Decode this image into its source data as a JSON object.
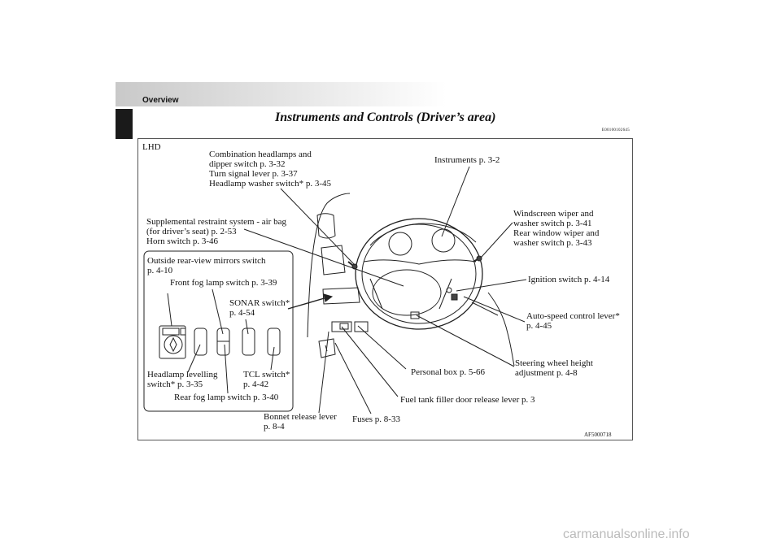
{
  "header": {
    "section": "Overview",
    "title": "Instruments and Controls (Driver’s area)",
    "code": "E00100102645"
  },
  "figure": {
    "variant": "LHD",
    "figure_code": "AF5000718",
    "labels": {
      "combination": "Combination headlamps and\ndipper switch p. 3-32\nTurn signal lever p. 3-37\nHeadlamp washer switch* p. 3-45",
      "instruments": "Instruments p. 3-2",
      "srs": "Supplemental restraint system - air bag\n(for driver’s seat) p. 2-53\nHorn switch p. 3-46",
      "wiper": "Windscreen wiper and\nwasher switch p. 3-41\nRear window wiper and\nwasher switch p. 3-43",
      "mirrors": "Outside rear-view mirrors switch\np. 4-10",
      "front_fog": "Front fog lamp switch p. 3-39",
      "ignition": "Ignition switch p. 4-14",
      "sonar": "SONAR switch*\np. 4-54",
      "auto_speed": "Auto-speed control lever*\np. 4-45",
      "steering_height": "Steering wheel height\nadjustment p. 4-8",
      "headlamp_levelling": "Headlamp levelling\nswitch* p. 3-35",
      "tcl": "TCL switch*\np. 4-42",
      "personal_box": "Personal box p. 5-66",
      "rear_fog": "Rear fog lamp switch p. 3-40",
      "fuel_filler": "Fuel tank filler door release lever p. 3",
      "bonnet": "Bonnet release lever\np. 8-4",
      "fuses": "Fuses p. 8-33"
    }
  },
  "watermark": "carmanualsonline.info"
}
